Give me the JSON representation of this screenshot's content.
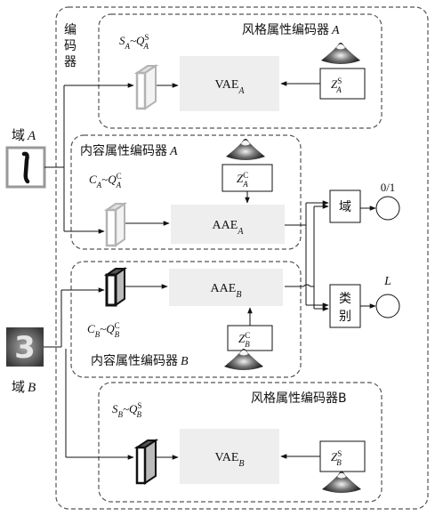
{
  "encoder_label": [
    "编",
    "码",
    "器"
  ],
  "domain_a": {
    "prefix": "域",
    "var": "A"
  },
  "domain_b": {
    "prefix": "域",
    "var": "B"
  },
  "style_a": {
    "title": "风格属性编码器",
    "title_var": "A",
    "latent": {
      "base": "S",
      "base_sub": "A",
      "target": "Q",
      "target_sub": "A",
      "target_sup": "S"
    },
    "model": {
      "name": "VAE",
      "sub": "A"
    },
    "prior": {
      "base": "Z",
      "sub": "A",
      "sup": "S"
    }
  },
  "content_a": {
    "title": "内容属性编码器",
    "title_var": "A",
    "latent": {
      "base": "C",
      "base_sub": "A",
      "target": "Q",
      "target_sub": "A",
      "target_sup": "C"
    },
    "model": {
      "name": "AAE",
      "sub": "A"
    },
    "prior": {
      "base": "Z",
      "sub": "A",
      "sup": "C"
    }
  },
  "content_b": {
    "title": "内容属性编码器",
    "title_var": "B",
    "latent": {
      "base": "C",
      "base_sub": "B",
      "target": "Q",
      "target_sub": "B",
      "target_sup": "C"
    },
    "model": {
      "name": "AAE",
      "sub": "B"
    },
    "prior": {
      "base": "Z",
      "sub": "B",
      "sup": "C"
    }
  },
  "style_b": {
    "title": "风格属性编码器B",
    "latent": {
      "base": "S",
      "base_sub": "B",
      "target": "Q",
      "target_sub": "B",
      "target_sup": "S"
    },
    "model": {
      "name": "VAE",
      "sub": "B"
    },
    "prior": {
      "base": "Z",
      "sub": "B",
      "sup": "S"
    }
  },
  "classifiers": {
    "domain_box": "域",
    "domain_output": "0/1",
    "category_box": [
      "类",
      "别"
    ],
    "category_output": "L"
  },
  "colors": {
    "dashed_border": "#555555",
    "module_fill": "#eeeeee",
    "gray_prism": "#b3b3b3",
    "dark_prism": "#111111"
  },
  "icons": [
    "digit-1-image",
    "digit-3-image",
    "gaussian-peak-icon",
    "prism-icon"
  ]
}
